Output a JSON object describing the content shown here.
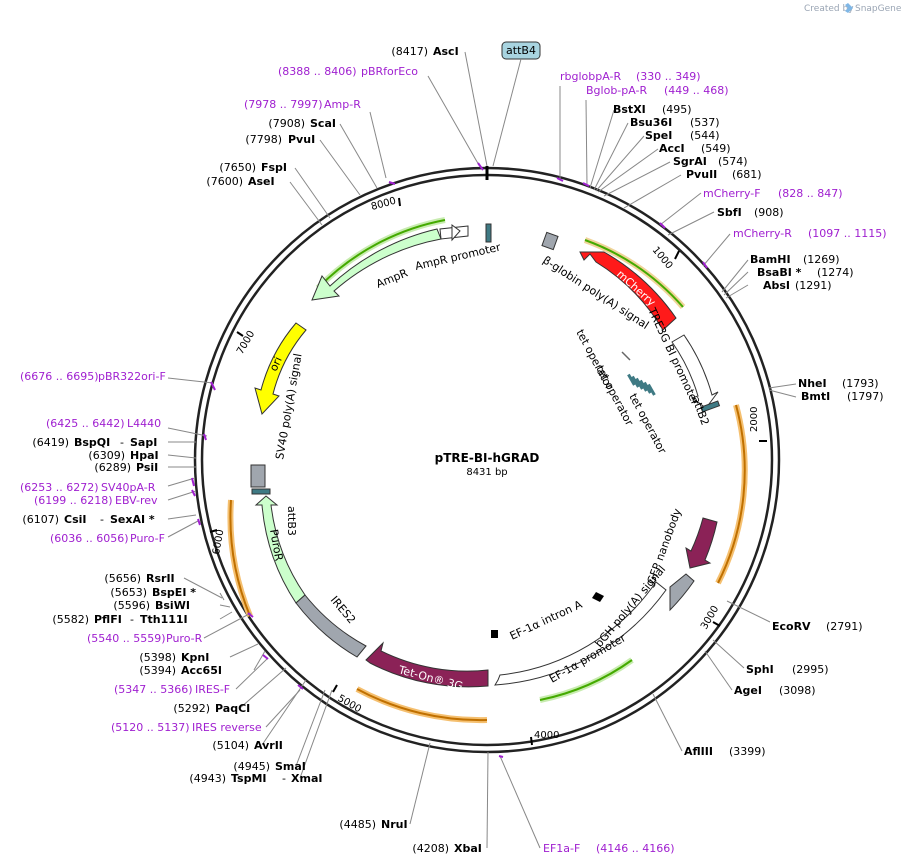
{
  "credit": {
    "prefix": "Created by",
    "brand": "SnapGene"
  },
  "plasmid": {
    "name": "pTRE-BI-hGRAD",
    "size_label": "8431 bp"
  },
  "badge": {
    "label": "attB4",
    "color": "#a8d4e0"
  },
  "ticks": [
    "1000",
    "2000",
    "3000",
    "4000",
    "5000",
    "6000",
    "7000",
    "8000"
  ],
  "sites": [
    {
      "id": "ascI",
      "pos": "(8417)",
      "name": "AscI"
    },
    {
      "id": "scaI",
      "pos": "(7908)",
      "name": "ScaI"
    },
    {
      "id": "pvuI",
      "pos": "(7798)",
      "name": "PvuI"
    },
    {
      "id": "fspI",
      "pos": "(7650)",
      "name": "FspI"
    },
    {
      "id": "aseI",
      "pos": "(7600)",
      "name": "AseI"
    },
    {
      "id": "bspQI",
      "pos": "(6419)",
      "name": "BspQI",
      "name2": "SapI"
    },
    {
      "id": "hpaI",
      "pos": "(6309)",
      "name": "HpaI"
    },
    {
      "id": "psiI",
      "pos": "(6289)",
      "name": "PsiI"
    },
    {
      "id": "csiI",
      "pos": "(6107)",
      "name": "CsiI",
      "name2": "SexAI *"
    },
    {
      "id": "rsrII",
      "pos": "(5656)",
      "name": "RsrII"
    },
    {
      "id": "bspEI",
      "pos": "(5653)",
      "name": "BspEI *"
    },
    {
      "id": "bsiWI",
      "pos": "(5596)",
      "name": "BsiWI"
    },
    {
      "id": "pflFI",
      "pos": "(5582)",
      "name": "PflFI",
      "name2": "Tth111I"
    },
    {
      "id": "kpnI",
      "pos": "(5398)",
      "name": "KpnI"
    },
    {
      "id": "acc65I",
      "pos": "(5394)",
      "name": "Acc65I"
    },
    {
      "id": "paqCI",
      "pos": "(5292)",
      "name": "PaqCI"
    },
    {
      "id": "avrII",
      "pos": "(5104)",
      "name": "AvrII"
    },
    {
      "id": "smaI",
      "pos": "(4945)",
      "name": "SmaI"
    },
    {
      "id": "tspMI",
      "pos": "(4943)",
      "name": "TspMI",
      "name2": "XmaI"
    },
    {
      "id": "nruI",
      "pos": "(4485)",
      "name": "NruI"
    },
    {
      "id": "xbaI",
      "pos": "(4208)",
      "name": "XbaI"
    },
    {
      "id": "bstXI",
      "pos": "(495)",
      "name": "BstXI"
    },
    {
      "id": "bsu36I",
      "pos": "(537)",
      "name": "Bsu36I"
    },
    {
      "id": "speI",
      "pos": "(544)",
      "name": "SpeI"
    },
    {
      "id": "accI",
      "pos": "(549)",
      "name": "AccI"
    },
    {
      "id": "sgrAI",
      "pos": "(574)",
      "name": "SgrAI"
    },
    {
      "id": "pvuII",
      "pos": "(681)",
      "name": "PvuII"
    },
    {
      "id": "sbfI",
      "pos": "(908)",
      "name": "SbfI"
    },
    {
      "id": "bamHI",
      "pos": "(1269)",
      "name": "BamHI"
    },
    {
      "id": "bsaBI",
      "pos": "(1274)",
      "name": "BsaBI *"
    },
    {
      "id": "absI",
      "pos": "(1291)",
      "name": "AbsI"
    },
    {
      "id": "nheI",
      "pos": "(1793)",
      "name": "NheI"
    },
    {
      "id": "bmtI",
      "pos": "(1797)",
      "name": "BmtI"
    },
    {
      "id": "ecoRV",
      "pos": "(2791)",
      "name": "EcoRV"
    },
    {
      "id": "sphI",
      "pos": "(2995)",
      "name": "SphI"
    },
    {
      "id": "ageI",
      "pos": "(3098)",
      "name": "AgeI"
    },
    {
      "id": "aflIII",
      "pos": "(3399)",
      "name": "AflIII"
    }
  ],
  "primers": [
    {
      "id": "pBRforEco",
      "range": "(8388 .. 8406)",
      "name": "pBRforEco"
    },
    {
      "id": "ampR",
      "range": "(7978 .. 7997)",
      "name": "Amp-R"
    },
    {
      "id": "pBR322ori",
      "range": "(6676 .. 6695)",
      "name": "pBR322ori-F"
    },
    {
      "id": "l4440",
      "range": "(6425 .. 6442)",
      "name": "L4440"
    },
    {
      "id": "sv40pA",
      "range": "(6253 .. 6272)",
      "name": "SV40pA-R"
    },
    {
      "id": "ebvRev",
      "range": "(6199 .. 6218)",
      "name": "EBV-rev"
    },
    {
      "id": "puroF",
      "range": "(6036 .. 6056)",
      "name": "Puro-F"
    },
    {
      "id": "puroR",
      "range": "(5540 .. 5559)",
      "name": "Puro-R"
    },
    {
      "id": "iresF",
      "range": "(5347 .. 5366)",
      "name": "IRES-F"
    },
    {
      "id": "iresRev",
      "range": "(5120 .. 5137)",
      "name": "IRES reverse"
    },
    {
      "id": "ef1aF",
      "range": "(4146 .. 4166)",
      "name": "EF1a-F"
    },
    {
      "id": "rbglobpA",
      "range": "(330 .. 349)",
      "name": "rbglobpA-R"
    },
    {
      "id": "bglobpA",
      "range": "(449 .. 468)",
      "name": "Bglob-pA-R"
    },
    {
      "id": "mCherryF",
      "range": "(828 .. 847)",
      "name": "mCherry-F"
    },
    {
      "id": "mCherryR",
      "range": "(1097 .. 1115)",
      "name": "mCherry-R"
    }
  ],
  "features": {
    "ampR": "AmpR",
    "ampRPromoter": "AmpR promoter",
    "ori": "ori",
    "sv40": "SV40 poly(A) signal",
    "attB3": "attB3",
    "puroR": "PuroR",
    "ires2": "IRES2",
    "tetOn": "Tet-On® 3G",
    "ef1aPromoter": "EF-1α promoter",
    "ef1aIntron": "EF-1α intron A",
    "bgh": "bGH poly(A) signal",
    "gfpNanobody": "GFP nanobody",
    "mCherry": "mCherry",
    "betaGlobin": "β-globin poly(A) signal",
    "tre3g": "TRE3G BI promoter",
    "attB2": "attB2",
    "tetOp1": "tet operator",
    "tetOp2": "tet operator",
    "tetOp3": "tet operator"
  },
  "colors": {
    "mCherry": "#ff1a1a",
    "ori": "#ffff00",
    "ampR": "#ccffcc",
    "puroR": "#ccffcc",
    "ires2": "#a0a6ae",
    "tetOn": "#8b2257",
    "gfpNanobody": "#8b2257",
    "teal": "#3f7a84",
    "primer": "#a020d0",
    "orangeRing": "#f5a623",
    "greenRing": "#44aa00"
  }
}
